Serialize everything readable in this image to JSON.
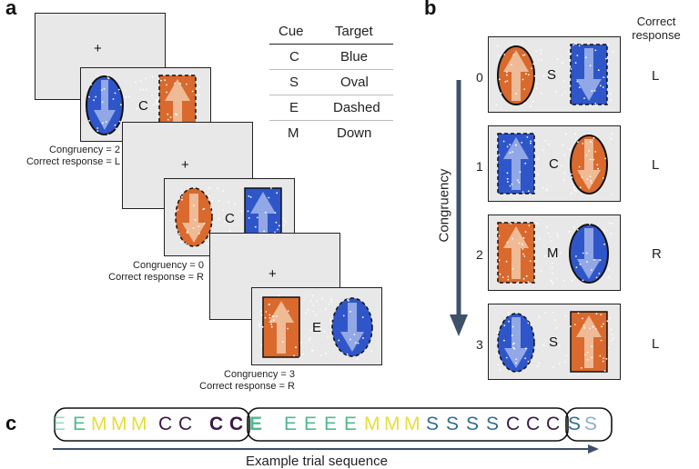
{
  "panels": {
    "a": "a",
    "b": "b",
    "c": "c"
  },
  "panel_a": {
    "fixation": "+",
    "trials": [
      {
        "cue": "C",
        "congruency": "Congruency = 2",
        "response": "Correct response = L"
      },
      {
        "cue": "C",
        "congruency": "Congruency = 0",
        "response": "Correct response = R"
      },
      {
        "cue": "E",
        "congruency": "Congruency = 3",
        "response": "Correct response = R"
      }
    ],
    "table": {
      "headers": [
        "Cue",
        "Target"
      ],
      "rows": [
        [
          "C",
          "Blue"
        ],
        [
          "S",
          "Oval"
        ],
        [
          "E",
          "Dashed"
        ],
        [
          "M",
          "Down"
        ]
      ]
    }
  },
  "panel_b": {
    "header": [
      "Correct",
      "response"
    ],
    "axis_label": "Congruency",
    "rows": [
      {
        "level": "0",
        "cue": "S",
        "response": "L"
      },
      {
        "level": "1",
        "cue": "C",
        "response": "L"
      },
      {
        "level": "2",
        "cue": "M",
        "response": "R"
      },
      {
        "level": "3",
        "cue": "S",
        "response": "L"
      }
    ]
  },
  "panel_c": {
    "sequence": [
      "E",
      "E",
      "M",
      "M",
      "M",
      "C",
      "C",
      "C",
      "C",
      "E",
      "E",
      "E",
      "E",
      "E",
      "M",
      "M",
      "M",
      "S",
      "S",
      "S",
      "S",
      "C",
      "C",
      "C",
      "S",
      "S"
    ],
    "axis_label": "Example trial sequence"
  },
  "colors": {
    "blue": "#2f56c9",
    "orange": "#d9692c",
    "E": "#4dbb8f",
    "M": "#e8dd3a",
    "C": "#3b1848",
    "S": "#2e6e93",
    "arrow": "#3e5168"
  }
}
